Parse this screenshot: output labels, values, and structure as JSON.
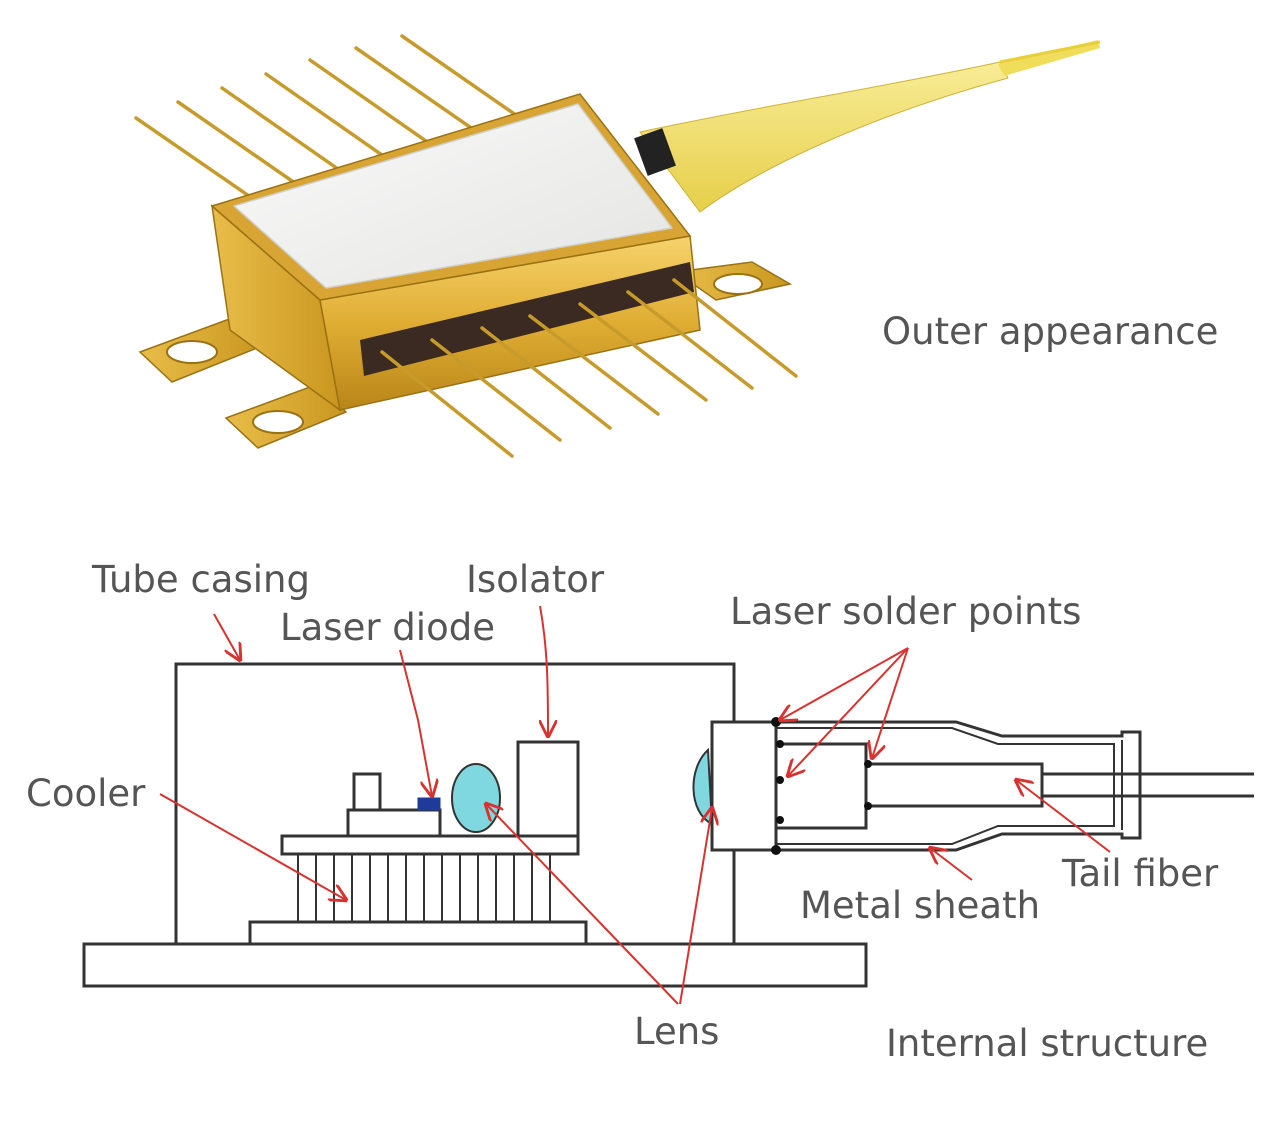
{
  "figure": {
    "top_caption": "Outer appearance",
    "bottom_caption": "Internal structure"
  },
  "labels": {
    "tube_casing": "Tube casing",
    "laser_diode": "Laser diode",
    "isolator": "Isolator",
    "laser_solder_points": "Laser solder points",
    "cooler": "Cooler",
    "lens": "Lens",
    "metal_sheath": "Metal sheath",
    "tail_fiber": "Tail fiber"
  },
  "colors": {
    "gold": "#d9a92a",
    "gold_dark": "#a87a12",
    "lid": "#efefee",
    "fiber": "#f2df6a",
    "arrow": "#d9322e",
    "line": "#333333",
    "lens": "#7fd8df",
    "diode": "#1e3a9a",
    "text": "#555555"
  },
  "icons": {
    "package": "butterfly-laser-package-illustration",
    "arrows": "red-callout-arrows"
  }
}
